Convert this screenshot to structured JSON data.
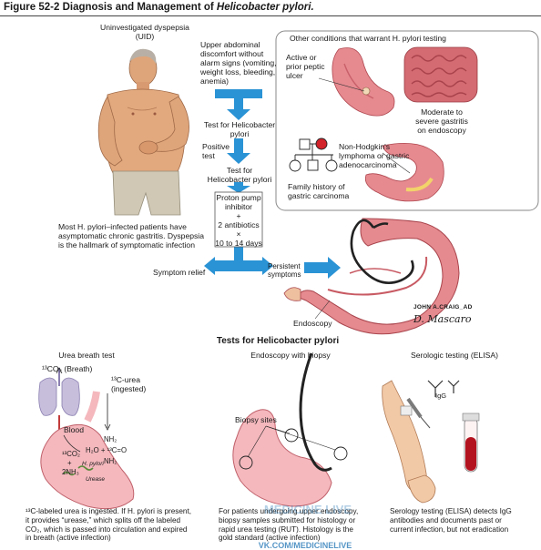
{
  "figure": {
    "label": "Figure 52-2",
    "title_plain": "Diagnosis and Management of",
    "title_italic": "Helicobacter pylori."
  },
  "patient": {
    "heading_line1": "Uninvestigated dyspepsia",
    "heading_line2": "(UID)",
    "caption_line1": "Most H. pylori–infected patients have",
    "caption_line2": "asymptomatic chronic gastritis. Dyspepsia",
    "caption_line3": "is the hallmark of symptomatic infection"
  },
  "flow": {
    "symptoms": [
      "Upper abdominal",
      "discomfort without",
      "alarm signs (vomiting,",
      "weight loss, bleeding,",
      "anemia)"
    ],
    "test1_line1": "Test for Helicobacter",
    "test1_line2": "pylori",
    "positive_line1": "Positive",
    "positive_line2": "test",
    "test2_line1": "Test for",
    "test2_line2": "Helicobacter pylori",
    "treatment": [
      "Proton pump",
      "inhibitor",
      "+",
      "2 antibiotics",
      "×",
      "10 to 14 days"
    ],
    "relief": "Symptom relief",
    "persistent_line1": "Persistent",
    "persistent_line2": "symptoms",
    "endoscopy": "Endoscopy"
  },
  "conditions": {
    "heading": "Other conditions that warrant H. pylori testing",
    "ulcer": [
      "Active or",
      "prior peptic",
      "ulcer"
    ],
    "gastritis": [
      "Moderate to",
      "severe gastritis",
      "on endoscopy"
    ],
    "lymphoma": [
      "Non-Hodgkin's",
      "lymphoma or gastric",
      "adenocarcinoma"
    ],
    "family": [
      "Family history of",
      "gastric carcinoma"
    ]
  },
  "signature": {
    "line1": "JOHN A.CRAIG_AD",
    "line2": "D. Mascaro"
  },
  "tests": {
    "heading": "Tests for Helicobacter pylori",
    "urea": {
      "heading": "Urea breath test",
      "co2": "¹³CO₂ (Breath)",
      "c_urea_line1": "¹³C-urea",
      "c_urea_line2": "(ingested)",
      "blood": "Blood",
      "nh2a": "NH₂",
      "h2o": "H₂O + ¹³C=O",
      "nh2b": "NH₂",
      "co2b": "¹³CO₂",
      "plus": "+",
      "hp": "H. pylori",
      "nh3": "2NH₃",
      "urease": "Urease",
      "caption": [
        "¹³C-labeled urea is ingested. If H. pylori is present,",
        "it provides “urease,” which splits off the labeled",
        "CO₂, which is passed into circulation and expired",
        "in breath (active infection)"
      ]
    },
    "endo": {
      "heading": "Endoscopy with biopsy",
      "sites": "Biopsy sites",
      "caption": [
        "For patients undergoing upper endoscopy,",
        "biopsy samples submitted for histology or",
        "rapid urea testing (RUT). Histology is the",
        "gold standard (active infection)"
      ]
    },
    "elisa": {
      "heading": "Serologic testing (ELISA)",
      "igg": "IgG",
      "caption": [
        "Serology testing (ELISA) detects IgG",
        "antibodies and documents past or",
        "current infection, but not eradication"
      ]
    }
  },
  "watermark": {
    "line1": "MEDICINE LIVE",
    "line2": "VK.COM/MEDICINELIVE"
  },
  "colors": {
    "arrow_blue": "#2a93d5",
    "stomach_pink": "#e58a8f",
    "stomach_light": "#f4b8bd",
    "stomach_dark": "#b9484f",
    "skin": "#e2a97e",
    "shorts": "#cfc7b3",
    "lung": "#c7bedc"
  }
}
